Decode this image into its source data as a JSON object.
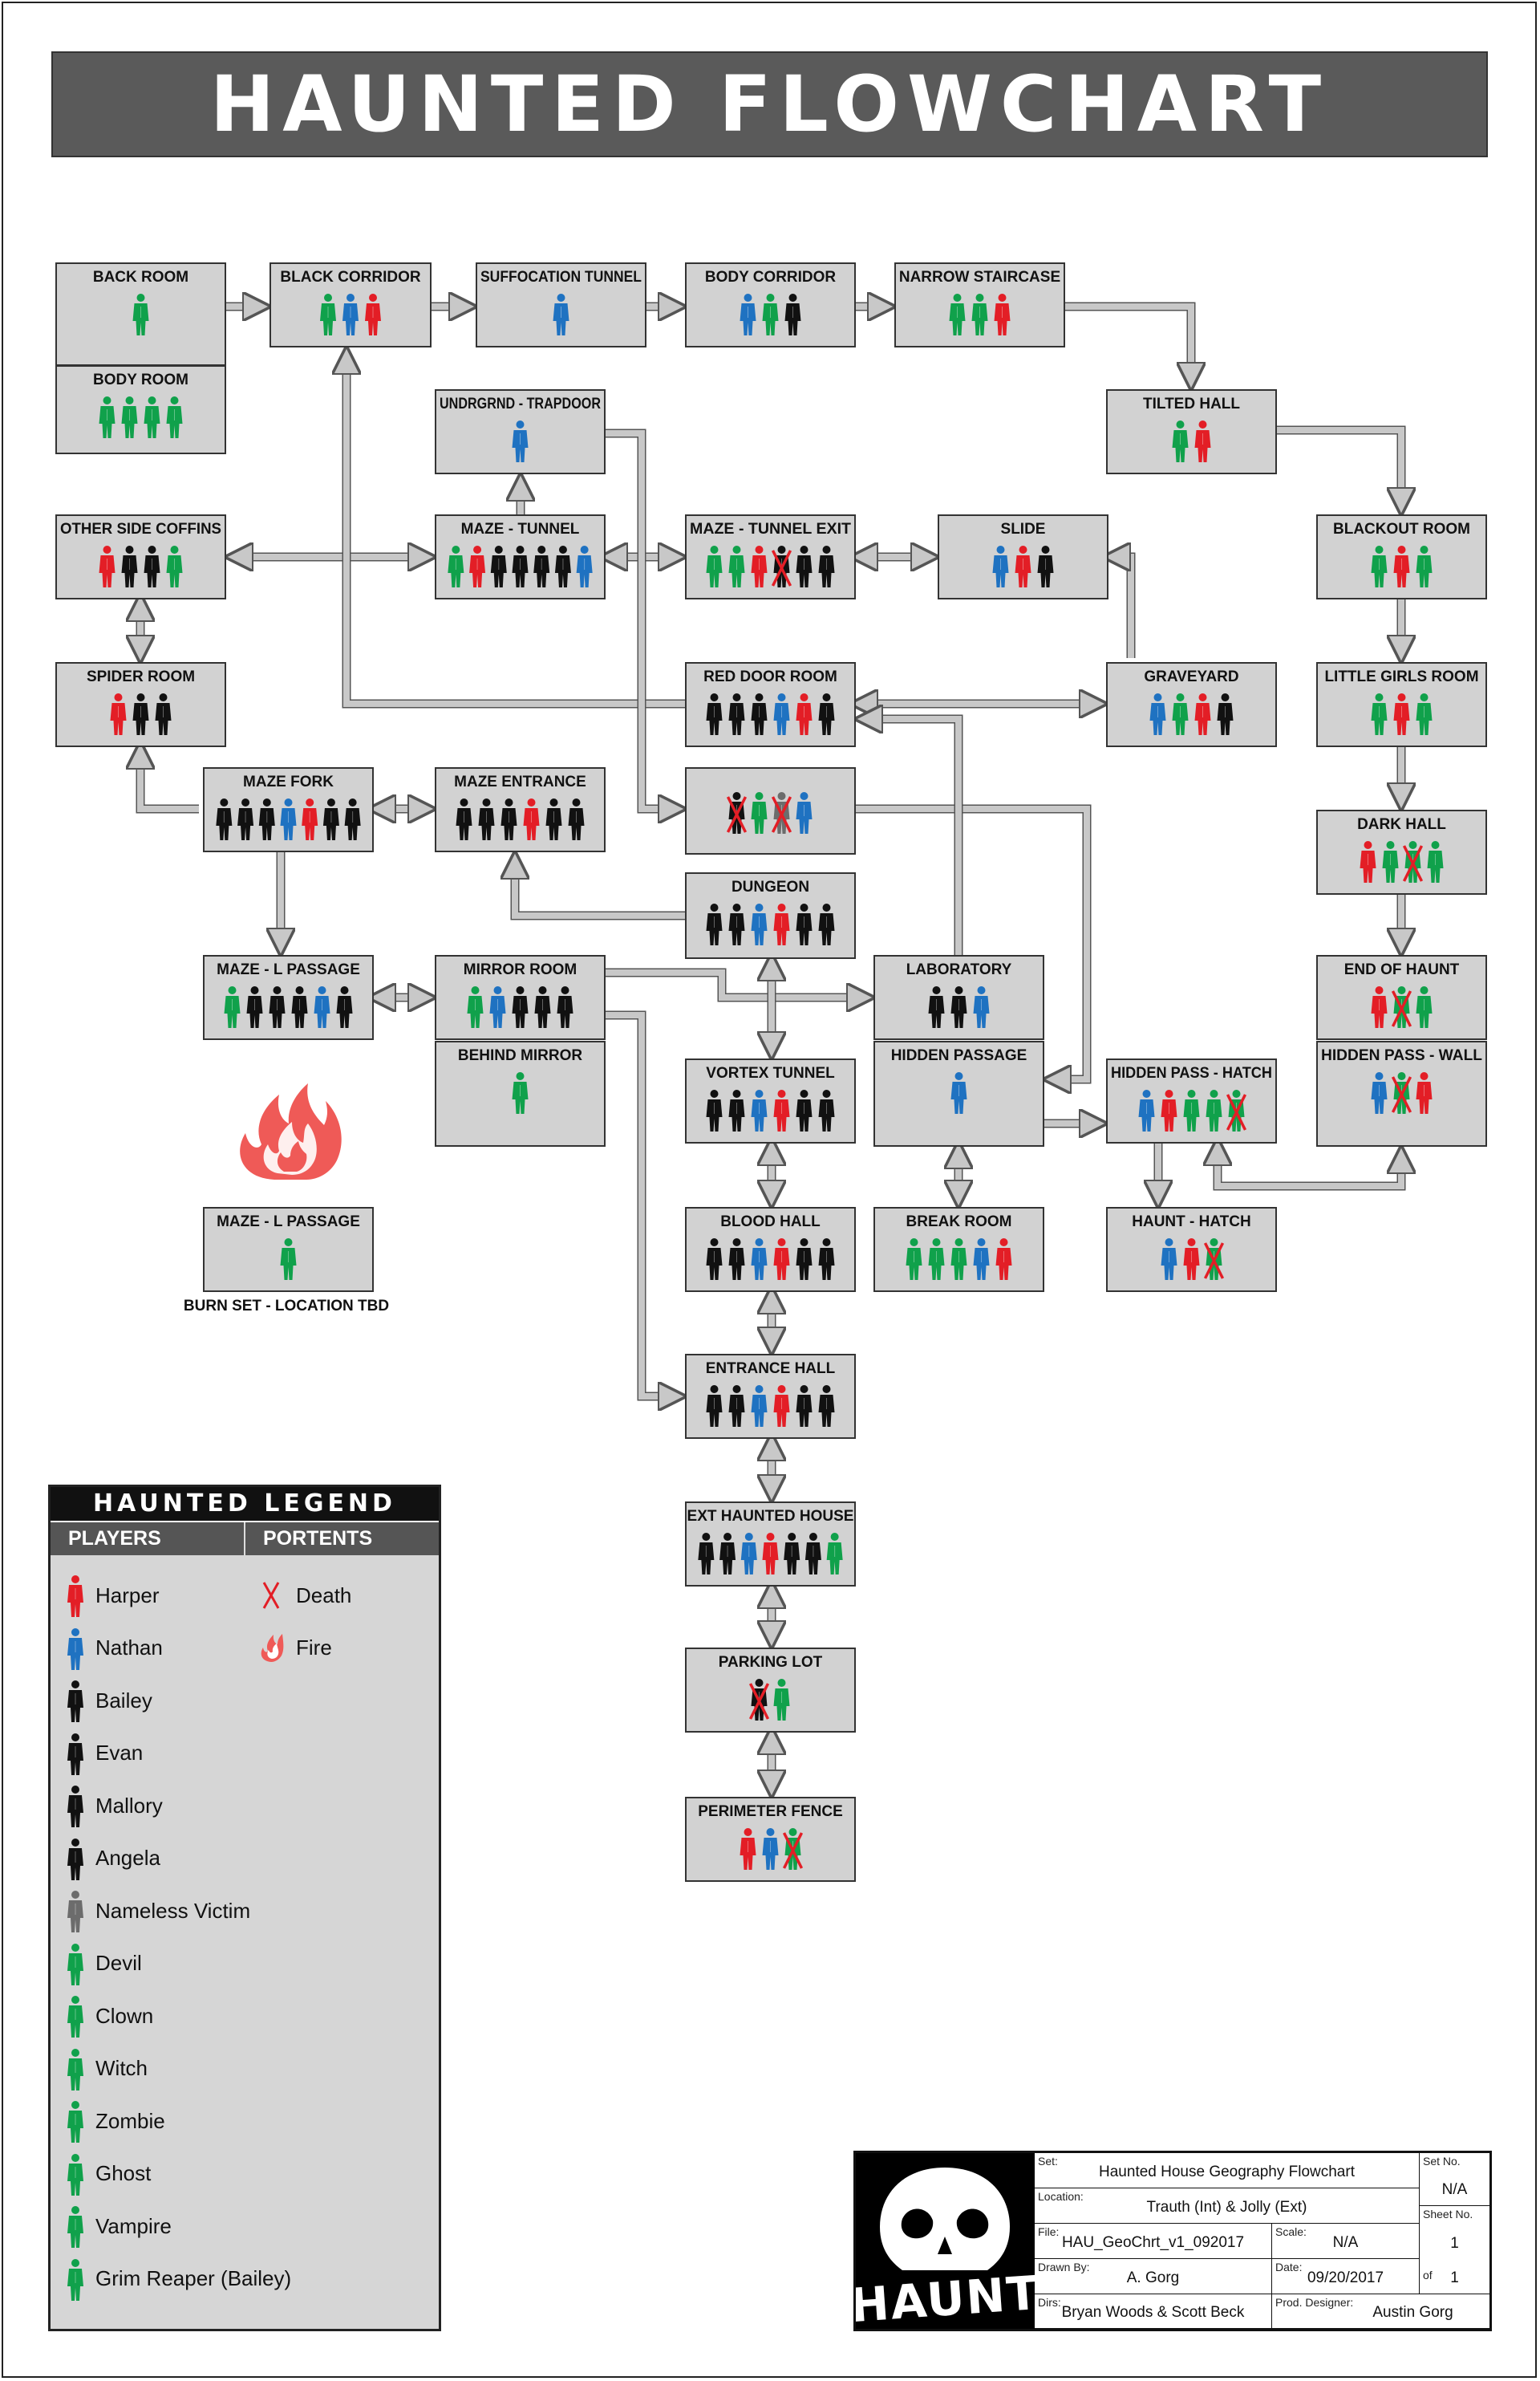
{
  "title": "HAUNTED FLOWCHART",
  "colors": {
    "harper": "#e31e26",
    "nathan": "#1f72c1",
    "bailey": "#111111",
    "victim": "#6c6c6c",
    "monster": "#10a14b",
    "room": "#d2d2d2",
    "arrow": "#c8c8c8",
    "fire": "#ef5a57"
  },
  "rooms": [
    {
      "id": "back-room",
      "label": "BACK ROOM",
      "figs": [
        "G"
      ]
    },
    {
      "id": "body-room",
      "label": "BODY ROOM",
      "figs": [
        "G",
        "G",
        "G",
        "G"
      ]
    },
    {
      "id": "black-corridor",
      "label": "BLACK CORRIDOR",
      "figs": [
        "G",
        "B",
        "R"
      ]
    },
    {
      "id": "suffocation-tunnel",
      "label": "SUFFOCATION TUNNEL",
      "figs": [
        "B"
      ]
    },
    {
      "id": "body-corridor",
      "label": "BODY CORRIDOR",
      "figs": [
        "B",
        "G",
        "K"
      ]
    },
    {
      "id": "narrow-staircase",
      "label": "NARROW STAIRCASE",
      "figs": [
        "G",
        "G",
        "R"
      ]
    },
    {
      "id": "undrgrnd-trapdoor",
      "label": "UNDRGRND - TRAPDOOR",
      "figs": [
        "B"
      ]
    },
    {
      "id": "tilted-hall",
      "label": "TILTED HALL",
      "figs": [
        "G",
        "R"
      ]
    },
    {
      "id": "other-side-coffins",
      "label": "OTHER SIDE COFFINS",
      "figs": [
        "R",
        "K",
        "K",
        "G"
      ]
    },
    {
      "id": "maze-tunnel",
      "label": "MAZE - TUNNEL",
      "figs": [
        "G",
        "R",
        "K",
        "K",
        "K",
        "K",
        "B"
      ]
    },
    {
      "id": "maze-tunnel-exit",
      "label": "MAZE - TUNNEL EXIT",
      "figs": [
        "G",
        "G",
        "R",
        "K",
        "K",
        "K"
      ],
      "deaths": [
        3
      ]
    },
    {
      "id": "slide",
      "label": "SLIDE",
      "figs": [
        "B",
        "R",
        "K"
      ]
    },
    {
      "id": "blackout-room",
      "label": "BLACKOUT ROOM",
      "figs": [
        "G",
        "R",
        "G"
      ]
    },
    {
      "id": "spider-room",
      "label": "SPIDER ROOM",
      "figs": [
        "R",
        "K",
        "K"
      ]
    },
    {
      "id": "red-door-room",
      "label": "RED DOOR ROOM",
      "figs": [
        "K",
        "K",
        "K",
        "B",
        "R",
        "K"
      ]
    },
    {
      "id": "graveyard",
      "label": "GRAVEYARD",
      "figs": [
        "B",
        "G",
        "R",
        "K"
      ]
    },
    {
      "id": "little-girls-room",
      "label": "LITTLE GIRLS ROOM",
      "figs": [
        "G",
        "R",
        "G"
      ]
    },
    {
      "id": "maze-fork",
      "label": "MAZE FORK",
      "figs": [
        "K",
        "K",
        "K",
        "B",
        "R",
        "K",
        "K"
      ]
    },
    {
      "id": "maze-entrance",
      "label": "MAZE ENTRANCE",
      "figs": [
        "K",
        "K",
        "K",
        "R",
        "K",
        "K"
      ]
    },
    {
      "id": "dungeon-cell",
      "label": "",
      "figs": [
        "K",
        "G",
        "V",
        "B"
      ],
      "deaths": [
        0,
        2
      ]
    },
    {
      "id": "dungeon",
      "label": "DUNGEON",
      "figs": [
        "K",
        "K",
        "B",
        "R",
        "K",
        "K"
      ]
    },
    {
      "id": "dark-hall",
      "label": "DARK HALL",
      "figs": [
        "R",
        "G",
        "G",
        "G"
      ],
      "deaths": [
        2
      ]
    },
    {
      "id": "maze-l-passage",
      "label": "MAZE - L PASSAGE",
      "figs": [
        "G",
        "K",
        "K",
        "K",
        "B",
        "K"
      ]
    },
    {
      "id": "mirror-room",
      "label": "MIRROR ROOM",
      "figs": [
        "G",
        "B",
        "K",
        "K",
        "K"
      ]
    },
    {
      "id": "behind-mirror",
      "label": "BEHIND MIRROR",
      "figs": [
        "G"
      ]
    },
    {
      "id": "laboratory",
      "label": "LABORATORY",
      "figs": [
        "K",
        "K",
        "B"
      ]
    },
    {
      "id": "end-of-haunt",
      "label": "END OF HAUNT",
      "figs": [
        "R",
        "G",
        "G"
      ],
      "deaths": [
        1
      ]
    },
    {
      "id": "vortex-tunnel",
      "label": "VORTEX TUNNEL",
      "figs": [
        "K",
        "K",
        "B",
        "R",
        "K",
        "K"
      ]
    },
    {
      "id": "hidden-passage",
      "label": "HIDDEN PASSAGE",
      "figs": [
        "B"
      ]
    },
    {
      "id": "hidden-pass-hatch",
      "label": "HIDDEN PASS - HATCH",
      "figs": [
        "B",
        "R",
        "G",
        "G",
        "G"
      ],
      "deaths": [
        4
      ]
    },
    {
      "id": "hidden-pass-wall",
      "label": "HIDDEN PASS - WALL",
      "figs": [
        "B",
        "G",
        "R"
      ],
      "deaths": [
        1
      ]
    },
    {
      "id": "maze-l-passage-burn",
      "label": "MAZE - L PASSAGE",
      "figs": [
        "G"
      ]
    },
    {
      "id": "blood-hall",
      "label": "BLOOD HALL",
      "figs": [
        "K",
        "K",
        "B",
        "R",
        "K",
        "K"
      ]
    },
    {
      "id": "break-room",
      "label": "BREAK ROOM",
      "figs": [
        "G",
        "G",
        "G",
        "B",
        "R"
      ]
    },
    {
      "id": "haunt-hatch",
      "label": "HAUNT - HATCH",
      "figs": [
        "B",
        "R",
        "G"
      ],
      "deaths": [
        2
      ]
    },
    {
      "id": "entrance-hall",
      "label": "ENTRANCE HALL",
      "figs": [
        "K",
        "K",
        "B",
        "R",
        "K",
        "K"
      ]
    },
    {
      "id": "ext-haunted-house",
      "label": "EXT HAUNTED HOUSE",
      "figs": [
        "K",
        "K",
        "B",
        "R",
        "K",
        "K",
        "G"
      ]
    },
    {
      "id": "parking-lot",
      "label": "PARKING LOT",
      "figs": [
        "K",
        "G"
      ],
      "deaths": [
        0
      ]
    },
    {
      "id": "perimeter-fence",
      "label": "PERIMETER FENCE",
      "figs": [
        "R",
        "B",
        "G"
      ],
      "deaths": [
        2
      ]
    }
  ],
  "burn_caption": "BURN SET - LOCATION TBD",
  "legend": {
    "title": "HAUNTED LEGEND",
    "players_header": "PLAYERS",
    "portents_header": "PORTENTS",
    "players": [
      {
        "name": "Harper",
        "fig": "R"
      },
      {
        "name": "Nathan",
        "fig": "B"
      },
      {
        "name": "Bailey",
        "fig": "K"
      },
      {
        "name": "Evan",
        "fig": "K"
      },
      {
        "name": "Mallory",
        "fig": "K"
      },
      {
        "name": "Angela",
        "fig": "K"
      },
      {
        "name": "Nameless Victim",
        "fig": "V"
      },
      {
        "name": "Devil",
        "fig": "G"
      },
      {
        "name": "Clown",
        "fig": "G"
      },
      {
        "name": "Witch",
        "fig": "G"
      },
      {
        "name": "Zombie",
        "fig": "G"
      },
      {
        "name": "Ghost",
        "fig": "G"
      },
      {
        "name": "Vampire",
        "fig": "G"
      },
      {
        "name": "Grim Reaper (Bailey)",
        "fig": "G"
      }
    ],
    "portents": [
      {
        "name": "Death",
        "icon": "death-x-icon"
      },
      {
        "name": "Fire",
        "icon": "fire-icon"
      }
    ]
  },
  "title_block": {
    "logo_text": "HAUNT",
    "set_caption": "Set:",
    "set": "Haunted House Geography Flowchart",
    "location_caption": "Location:",
    "location": "Trauth (Int) & Jolly (Ext)",
    "file_caption": "File:",
    "file": "HAU_GeoChrt_v1_092017",
    "scale_caption": "Scale:",
    "scale": "N/A",
    "drawn_by_caption": "Drawn By:",
    "drawn_by": "A. Gorg",
    "date_caption": "Date:",
    "date": "09/20/2017",
    "dirs_caption": "Dirs:",
    "dirs": "Bryan Woods & Scott Beck",
    "prod_designer_caption": "Prod. Designer:",
    "prod_designer": "Austin Gorg",
    "set_no_caption": "Set No.",
    "set_no": "N/A",
    "sheet_no_caption": "Sheet No.",
    "sheet_no": "1",
    "of_caption": "of",
    "sheet_total": "1"
  }
}
